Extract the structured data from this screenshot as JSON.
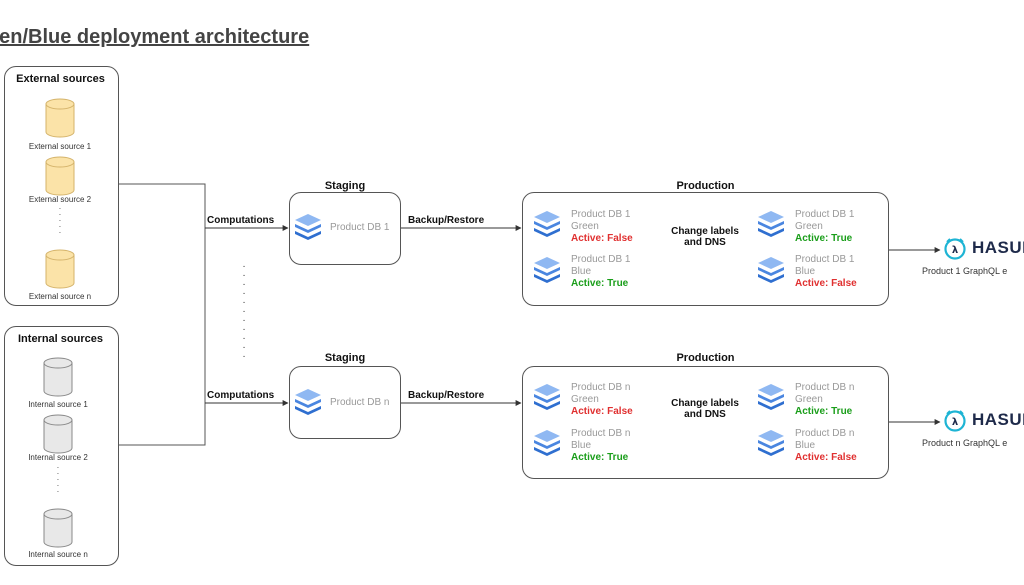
{
  "title": "een/Blue deployment architecture",
  "external": {
    "title": "External sources",
    "items": [
      "External source 1",
      "External source 2",
      "External source n"
    ]
  },
  "internal": {
    "title": "Internal sources",
    "items": [
      "Internal source 1",
      "Internal source 2",
      "Internal source n"
    ]
  },
  "edges": {
    "computations": "Computations",
    "backup": "Backup/Restore",
    "change_line1": "Change labels",
    "change_line2": "and DNS"
  },
  "pipeline1": {
    "staging_title": "Staging",
    "staging_db": "Product DB 1",
    "production_title": "Production",
    "before": {
      "green": {
        "name": "Product DB 1",
        "color": "Green",
        "active": "Active: False"
      },
      "blue": {
        "name": "Product DB 1",
        "color": "Blue",
        "active": "Active: True"
      }
    },
    "after": {
      "green": {
        "name": "Product DB 1",
        "color": "Green",
        "active": "Active: True"
      },
      "blue": {
        "name": "Product DB 1",
        "color": "Blue",
        "active": "Active: False"
      }
    },
    "hasura": "HASUR",
    "endpoint": "Product 1 GraphQL e"
  },
  "pipeline2": {
    "staging_title": "Staging",
    "staging_db": "Product DB n",
    "production_title": "Production",
    "before": {
      "green": {
        "name": "Product DB n",
        "color": "Green",
        "active": "Active: False"
      },
      "blue": {
        "name": "Product DB n",
        "color": "Blue",
        "active": "Active: True"
      }
    },
    "after": {
      "green": {
        "name": "Product DB n",
        "color": "Green",
        "active": "Active: True"
      },
      "blue": {
        "name": "Product DB n",
        "color": "Blue",
        "active": "Active: False"
      }
    },
    "hasura": "HASUR",
    "endpoint": "Product n GraphQL e"
  },
  "colors": {
    "active_true": "#1a9e1a",
    "active_false": "#e03030",
    "db_icon": "#4a86e0",
    "external_cylinder": "#fbe3a8",
    "internal_cylinder": "#e8e8e8"
  }
}
